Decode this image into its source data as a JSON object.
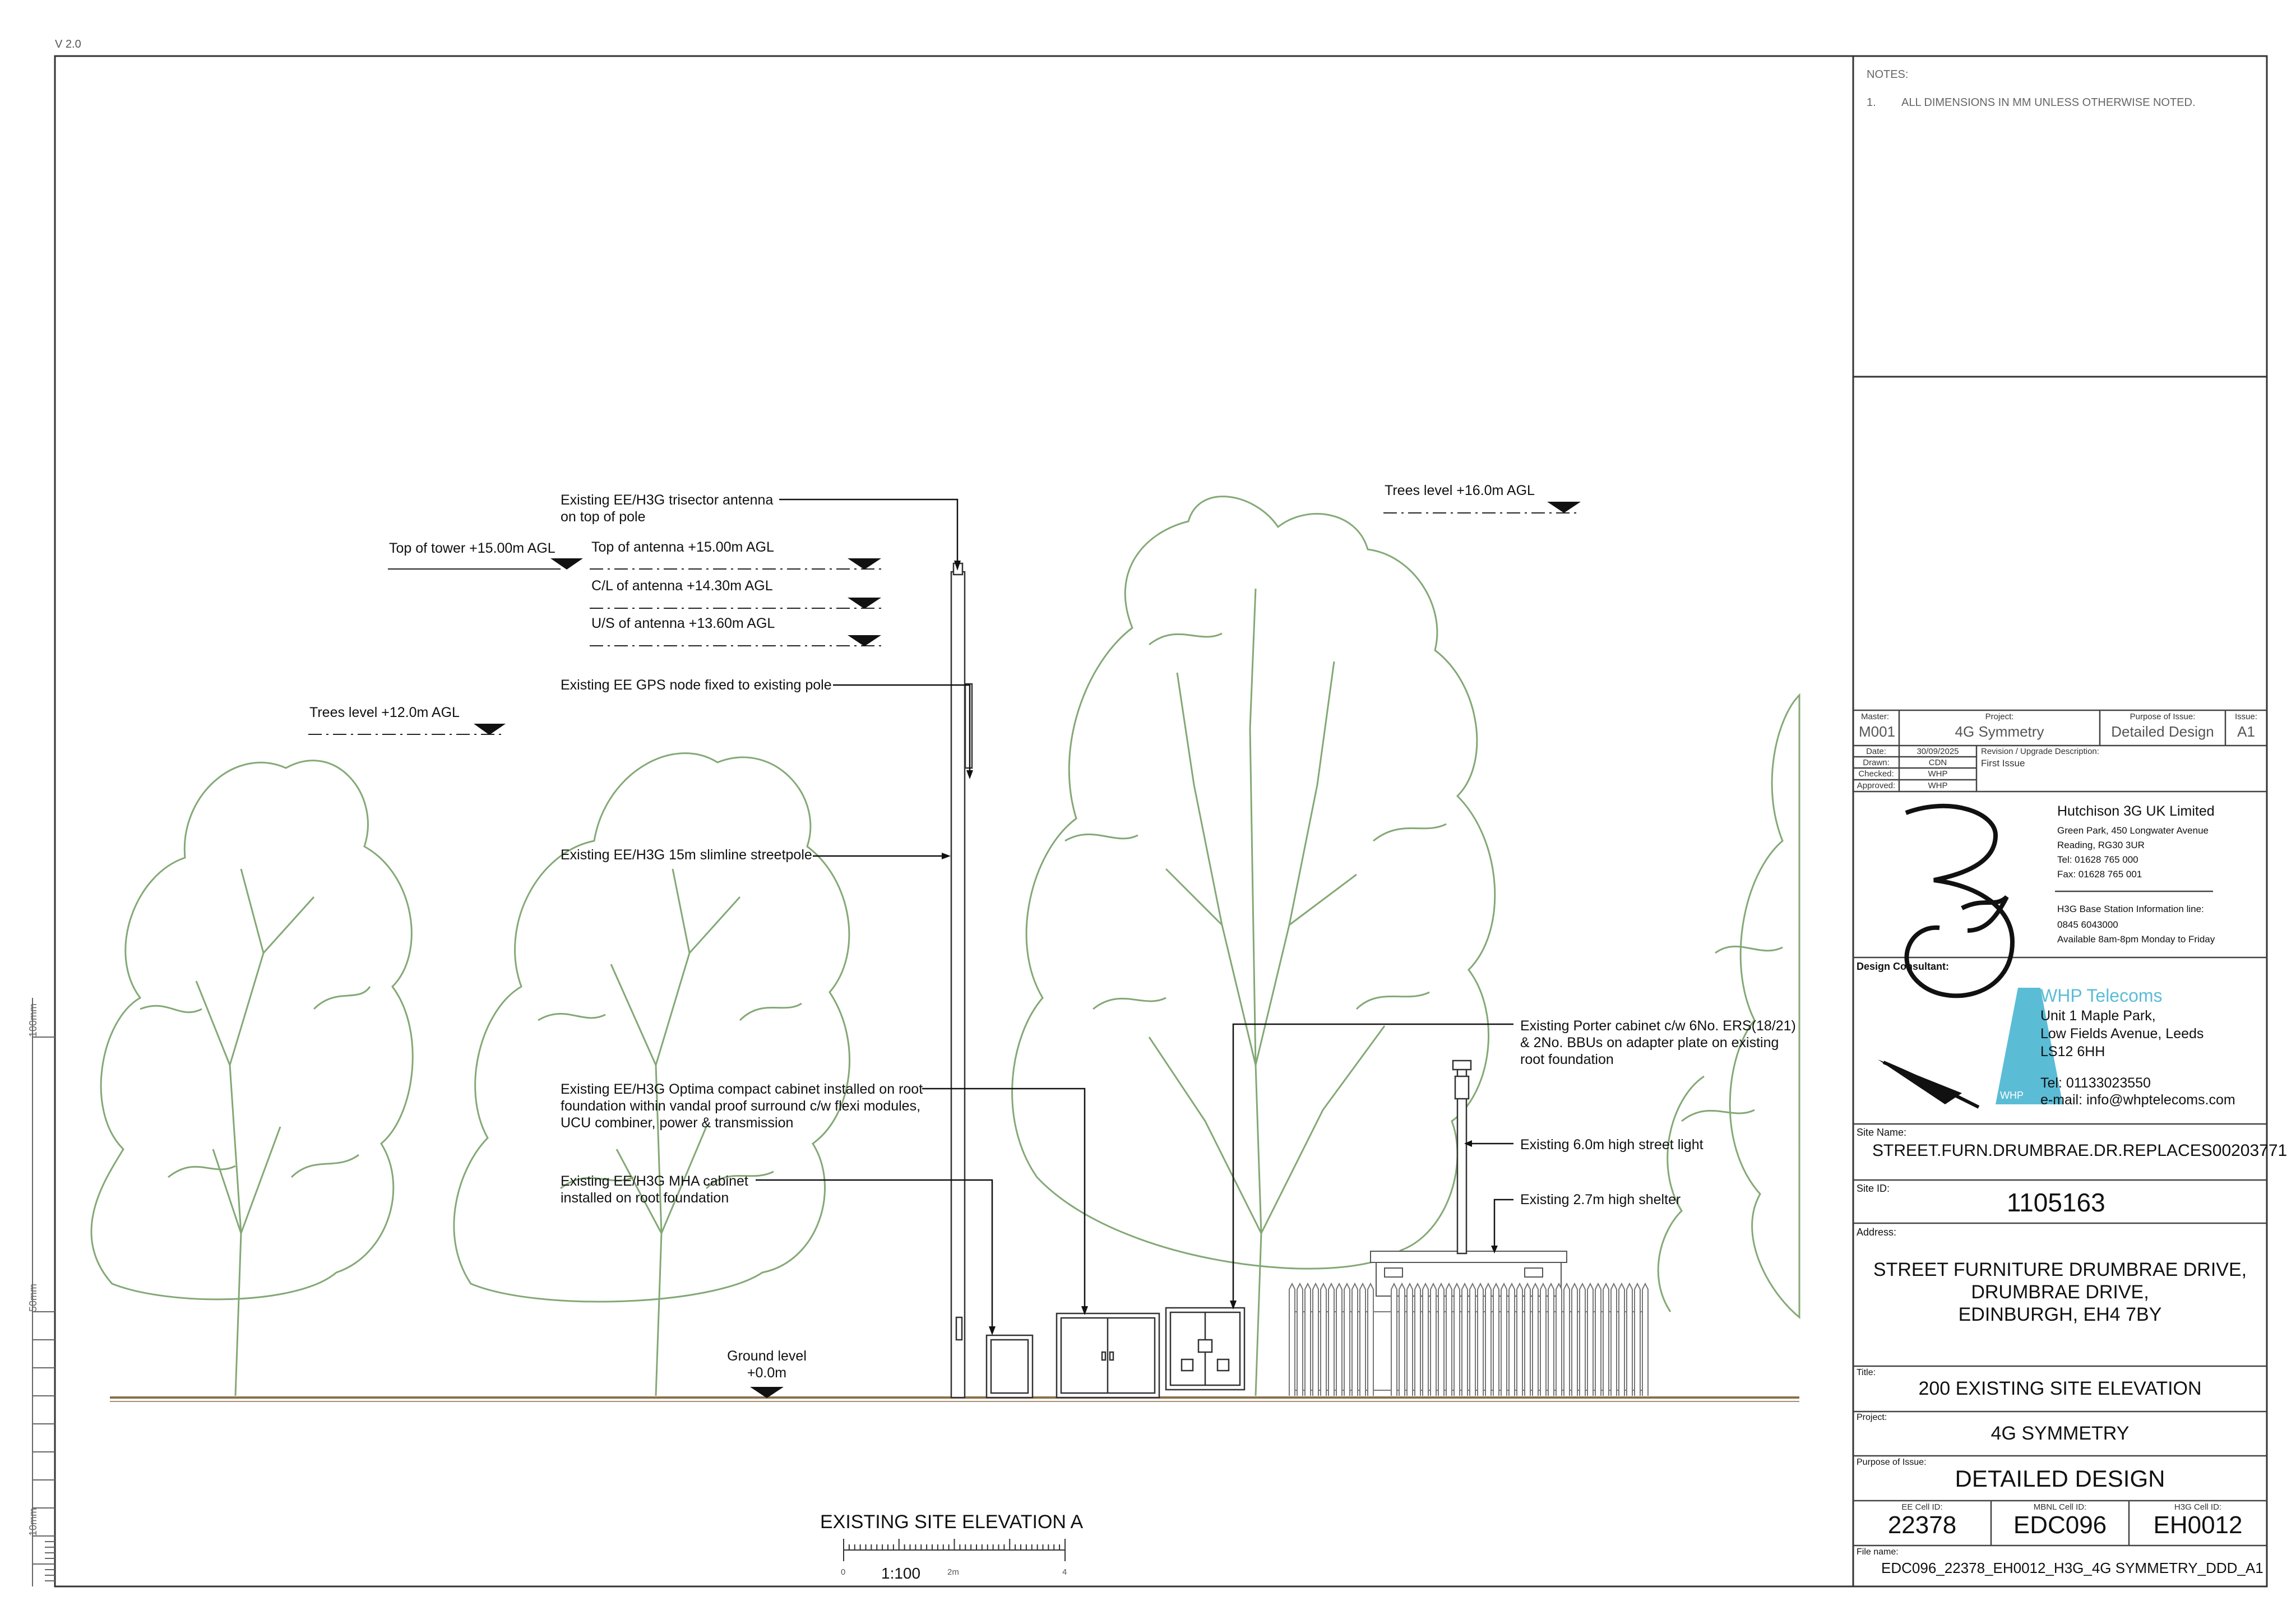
{
  "version": "V 2.0",
  "notes": {
    "heading": "NOTES:",
    "items": [
      {
        "num": "1.",
        "text": "ALL DIMENSIONS IN MM UNLESS OTHERWISE NOTED."
      }
    ]
  },
  "side_scale": {
    "labels": [
      "100mm",
      "50mm",
      "10mm"
    ]
  },
  "annotations": {
    "trisector_antenna": "Existing EE/H3G trisector antenna\non top of pole",
    "top_of_tower": "Top of tower +15.00m AGL",
    "top_of_antenna": "Top of antenna +15.00m AGL",
    "cl_antenna": "C/L of antenna +14.30m AGL",
    "us_antenna": "U/S of antenna +13.60m AGL",
    "gps_node": "Existing EE GPS node fixed to existing pole",
    "trees_left": "Trees level +12.0m AGL",
    "trees_right": "Trees level +16.0m AGL",
    "streetpole": "Existing EE/H3G 15m slimline streetpole",
    "optima_cabinet": "Existing EE/H3G Optima compact cabinet installed on root\nfoundation within vandal proof surround c/w flexi modules,\nUCU combiner, power & transmission",
    "mha_cabinet": "Existing EE/H3G MHA cabinet\ninstalled on root foundation",
    "porter_cabinet": "Existing Porter cabinet  c/w 6No. ERS(18/21)\n& 2No. BBUs on adapter plate on existing\nroot foundation",
    "street_light": "Existing 6.0m high street light",
    "shelter": "Existing 2.7m high shelter",
    "ground_level": "Ground level\n+0.0m"
  },
  "drawing_title": "EXISTING SITE ELEVATION A",
  "scale_bar": {
    "ratio": "1:100",
    "ticks": [
      "0",
      "2m",
      "4"
    ]
  },
  "title_block": {
    "master_label": "Master:",
    "master": "M001",
    "project_label": "Project:",
    "project": "4G Symmetry",
    "purpose_label": "Purpose of Issue:",
    "purpose": "Detailed Design",
    "issue_label": "Issue:",
    "issue": "A1",
    "date_label": "Date:",
    "date": "30/09/2025",
    "drawn_label": "Drawn:",
    "drawn": "CDN",
    "checked_label": "Checked:",
    "checked": "WHP",
    "approved_label": "Approved:",
    "approved": "WHP",
    "revision_label": "Revision / Upgrade Description:",
    "revision": "First Issue",
    "client": {
      "name": "Hutchison 3G UK Limited",
      "address1": "Green Park, 450 Longwater Avenue",
      "address2": "Reading, RG30 3UR",
      "tel": "Tel: 01628 765 000",
      "fax": "Fax: 01628 765 001",
      "info_line": "H3G Base Station Information line:",
      "info_phone": "0845 6043000",
      "info_hours": "Available 8am-8pm Monday to Friday",
      "logo_glyph": "3"
    },
    "consultant_label": "Design Consultant:",
    "consultant": {
      "name": "WHP Telecoms",
      "address1": "Unit 1 Maple Park,",
      "address2": "Low Fields Avenue, Leeds",
      "address3": "LS12 6HH",
      "tel": "Tel: 01133023550",
      "email": "e-mail: info@whptelecoms.com",
      "logo_text": "WHP",
      "brand_color": "#5bbcd6"
    },
    "site_name_label": "Site Name:",
    "site_name": "STREET.FURN.DRUMBRAE.DR.REPLACES00203771",
    "site_id_label": "Site ID:",
    "site_id": "1105163",
    "address_label": "Address:",
    "address_lines": [
      "STREET FURNITURE DRUMBRAE DRIVE,",
      "DRUMBRAE DRIVE,",
      "EDINBURGH, EH4 7BY"
    ],
    "title_label": "Title:",
    "title": "200 EXISTING SITE ELEVATION",
    "project2_label": "Project:",
    "project2": "4G SYMMETRY",
    "purpose2_label": "Purpose of Issue:",
    "purpose2": "DETAILED DESIGN",
    "ee_cell_label": "EE Cell ID:",
    "ee_cell": "22378",
    "mbnl_cell_label": "MBNL Cell ID:",
    "mbnl_cell": "EDC096",
    "h3g_cell_label": "H3G Cell ID:",
    "h3g_cell": "EH0012",
    "file_label": "File name:",
    "file_name": "EDC096_22378_EH0012_H3G_4G SYMMETRY_DDD_A1"
  },
  "colors": {
    "tree": "#6e9a5e",
    "line": "#222222",
    "accent": "#5bbcd6"
  }
}
